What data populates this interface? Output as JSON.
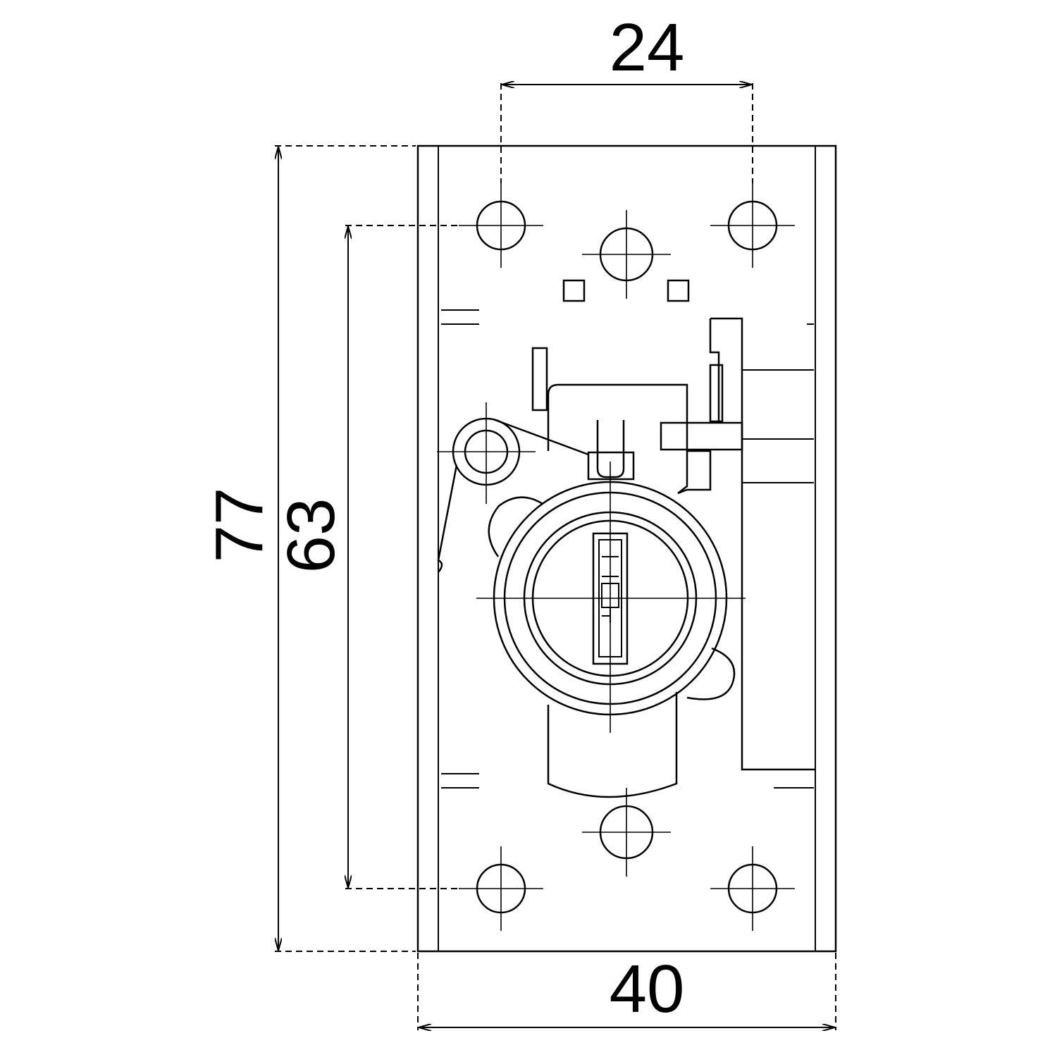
{
  "dimensions": {
    "hole_spacing_width": "24",
    "overall_height": "77",
    "hole_spacing_height": "63",
    "overall_width": "40"
  },
  "colors": {
    "line": "#000000",
    "background": "#ffffff"
  }
}
